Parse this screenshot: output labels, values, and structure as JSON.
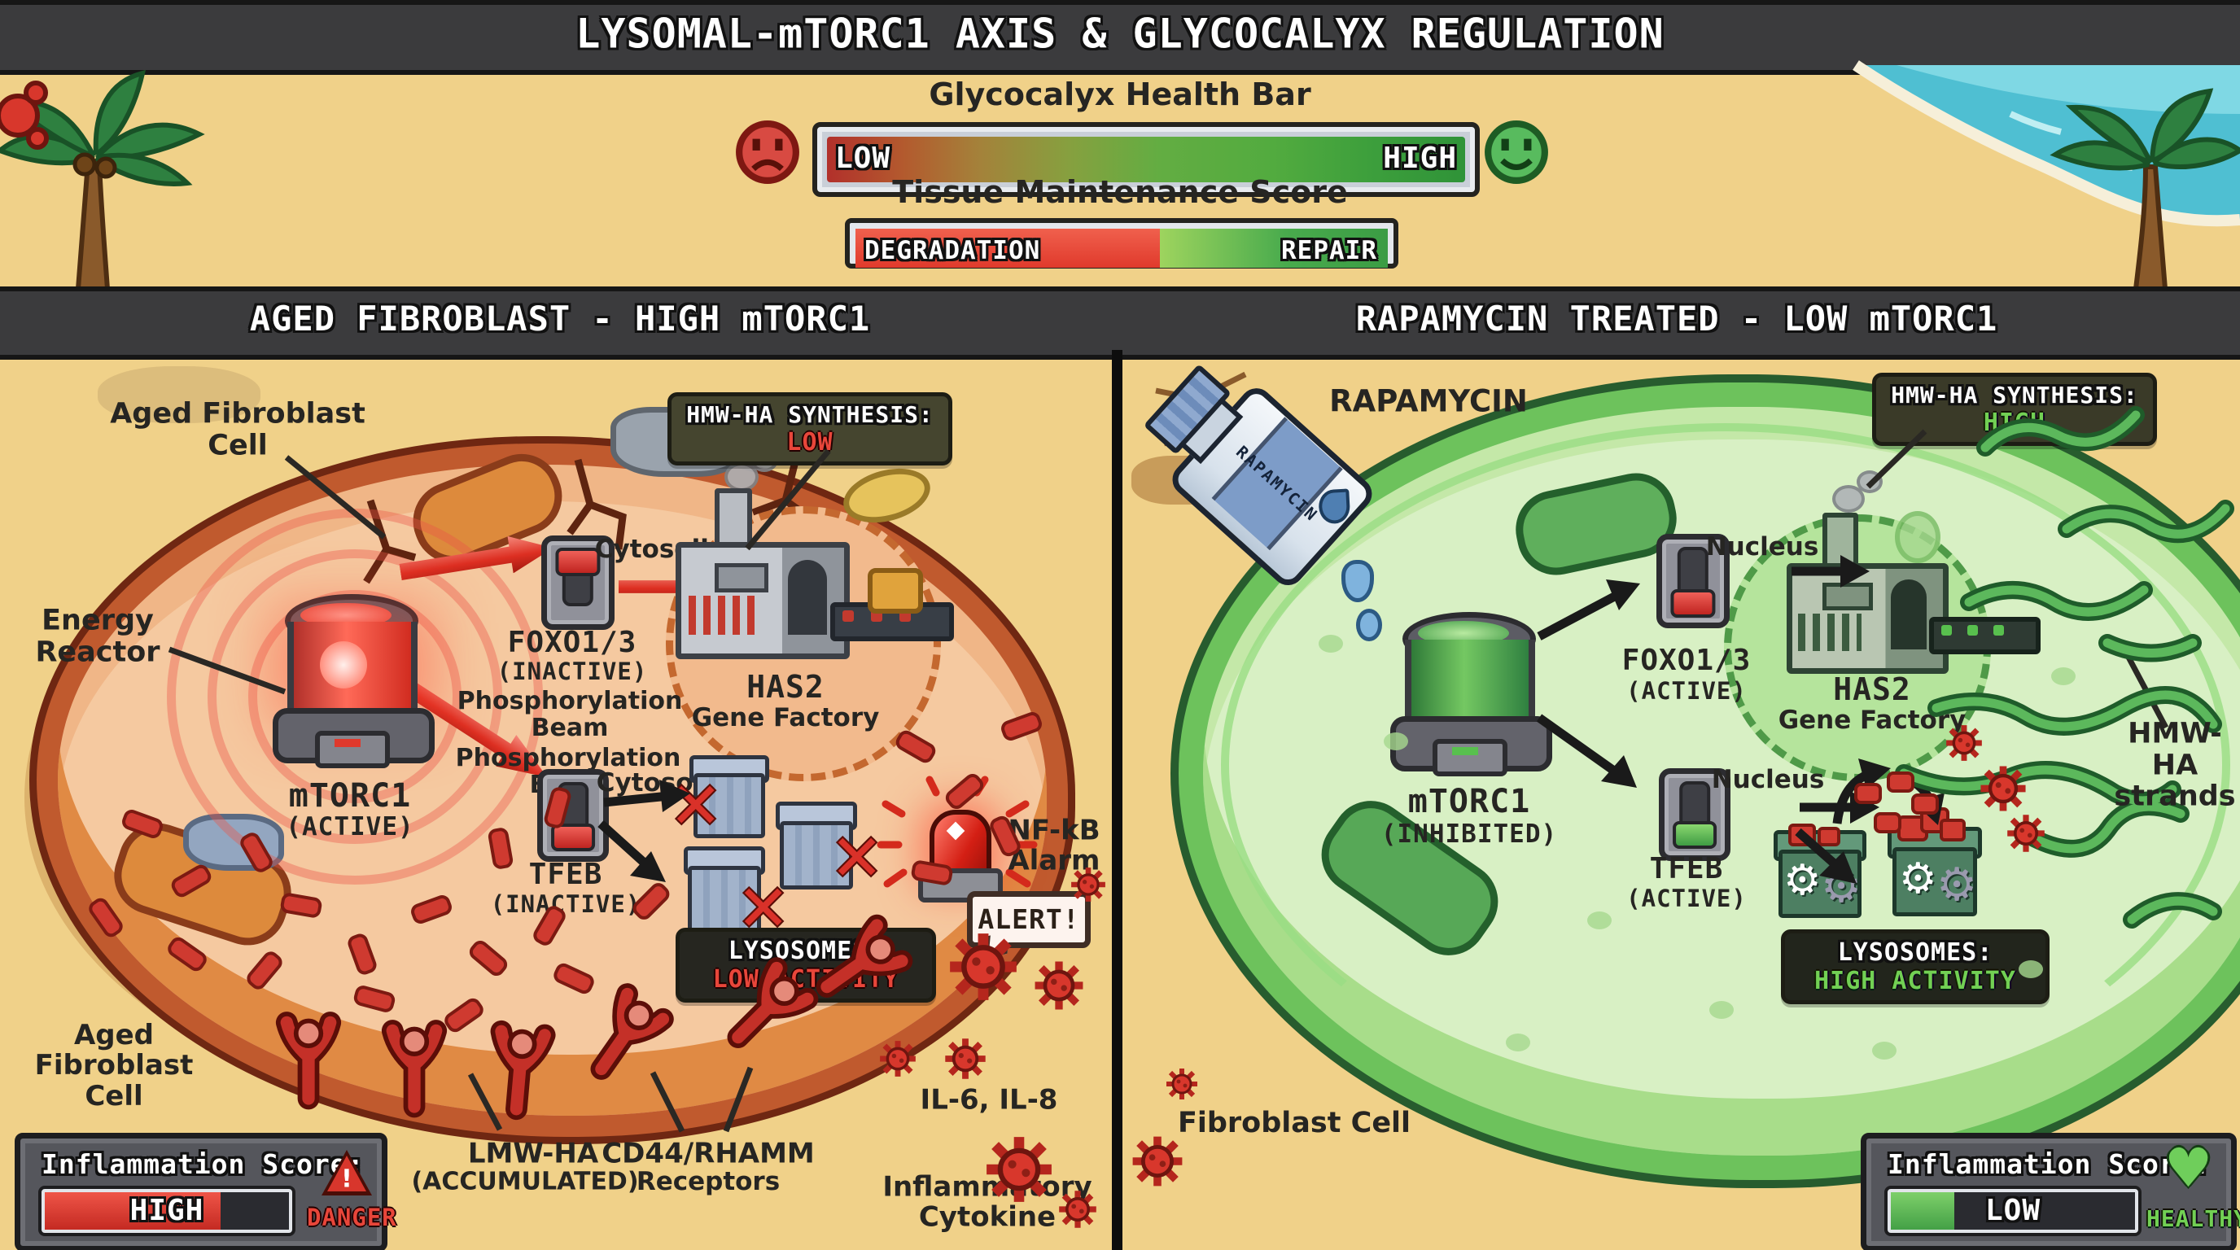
{
  "title": "LYSOMAL-mTORC1 AXIS & GLYCOCALYX REGULATION",
  "top": {
    "glyco_title": "Glycocalyx Health Bar",
    "glyco_low": "LOW",
    "glyco_high": "HIGH",
    "tissue_title": "Tissue Maintenance Score",
    "tissue_left": "DEGRADATION",
    "tissue_right": "REPAIR"
  },
  "left": {
    "header": "AGED FIBROBLAST - HIGH mTORC1",
    "cell_top_label": "Aged Fibroblast\nCell",
    "energy_label": "Energy\nReactor",
    "mtorc1": "mTORC1",
    "mtorc1_state": "(ACTIVE)",
    "foxo": "FOXO1/3",
    "foxo_state": "(INACTIVE)",
    "foxo_loc": "Cytosolic",
    "beam1": "Phosphorylation\nBeam",
    "beam2": "Phosphorylation\nBeam",
    "has2": "HAS2",
    "has2_sub": "Gene Factory",
    "hmw_label": "HMW-HA SYNTHESIS:",
    "hmw_value": "LOW",
    "tfeb": "TFEB",
    "tfeb_state": "(INACTIVE)",
    "tfeb_loc": "Cytosolic",
    "lyso_label": "LYSOSOMES:",
    "lyso_value": "LOW ACTIVITY",
    "nfkb_label": "NF-kB\nAlarm",
    "alert": "ALERT!",
    "cell_bottom_label": "Aged\nFibroblast\nCell",
    "lmwha": "LMW-HA",
    "lmwha_state": "(ACCUMULATED)",
    "cd44": "CD44/RHAMM",
    "cd44_sub": "Receptors",
    "il": "IL-6, IL-8",
    "cytokine": "Inflammatory\nCytokine",
    "score_label": "Inflammation Score:",
    "score_value": "HIGH",
    "score_status": "DANGER"
  },
  "right": {
    "header": "RAPAMYCIN TREATED - LOW mTORC1",
    "drug_label": "RAPAMYCIN",
    "bottle_text": "RAPAMYCIN",
    "mtorc1": "mTORC1",
    "mtorc1_state": "(INHIBITED)",
    "foxo": "FOXO1/3",
    "foxo_state": "(ACTIVE)",
    "foxo_loc": "Nucleus",
    "has2": "HAS2",
    "has2_sub": "Gene Factory",
    "hmw_label": "HMW-HA SYNTHESIS:",
    "hmw_value": "HIGH",
    "tfeb": "TFEB",
    "tfeb_state": "(ACTIVE)",
    "tfeb_loc": "Nucleus",
    "lyso_label": "LYSOSOMES:",
    "lyso_value": "HIGH ACTIVITY",
    "strands_label": "HMW-HA\nstrands",
    "cell_label": "Fibroblast Cell",
    "score_label": "Inflammation Score:",
    "score_value": "LOW",
    "score_status": "HEALTHY"
  },
  "colors": {
    "accent_red": "#d8362e",
    "accent_green": "#57b84e",
    "sand": "#f0d189"
  }
}
